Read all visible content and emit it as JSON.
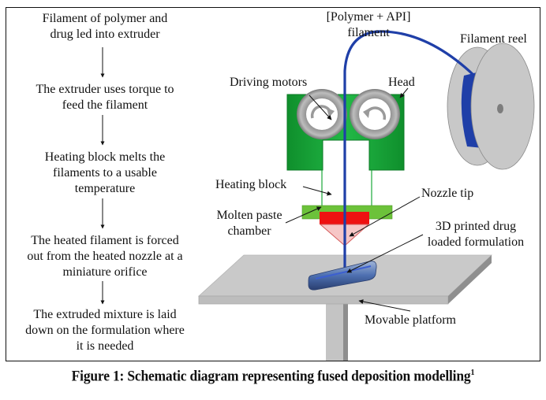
{
  "flow_steps": [
    "Filament of polymer and drug led into extruder",
    "The extruder uses torque to feed the filament",
    "Heating block melts the filaments to a usable temperature",
    "The heated filament is forced out from the heated nozzle at a miniature orifice",
    "The extruded mixture is laid down on the formulation where it is needed"
  ],
  "flow_lines": [
    [
      "Filament of polymer and",
      "drug led into extruder"
    ],
    [
      "The extruder uses torque to",
      "feed the filament"
    ],
    [
      "Heating block melts the",
      "filaments to a usable",
      "temperature"
    ],
    [
      "The heated filament is forced",
      "out from the heated nozzle at a",
      "miniature orifice"
    ],
    [
      "The extruded mixture is laid",
      "down on the formulation where",
      "it is needed"
    ]
  ],
  "labels": {
    "filament_line1": "[Polymer + API]",
    "filament_line2": "filament",
    "filament_reel": "Filament reel",
    "driving_motors": "Driving motors",
    "head": "Head",
    "heating_block": "Heating block",
    "molten_line1": "Molten paste",
    "molten_line2": "chamber",
    "nozzle_tip": "Nozzle tip",
    "printed_line1": "3D printed drug",
    "printed_line2": "loaded formulation",
    "movable_platform": "Movable platform"
  },
  "caption": {
    "text": "Figure 1: Schematic diagram representing fused deposition modelling",
    "reference": "1"
  },
  "colors": {
    "filament_blue": "#1f3fa8",
    "head_green": "#1aa83a",
    "heating_green": "#6cc23a",
    "nozzle_red": "#ee1111",
    "nozzle_cone": "#f6c6c6",
    "platform_gray": "#c6c6c6",
    "reel_gray": "#c8c8c8"
  }
}
